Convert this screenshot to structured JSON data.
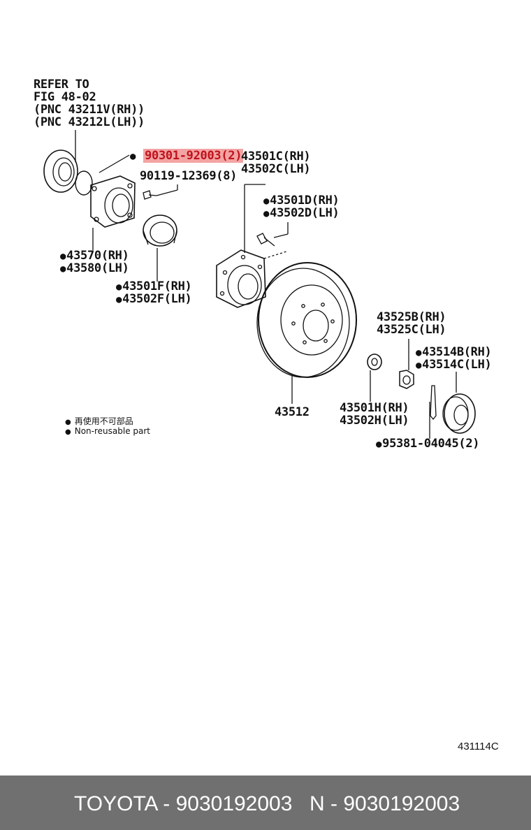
{
  "refer": {
    "line1": "REFER TO",
    "line2": "FIG 48-02",
    "line3": "(PNC 43211V(RH))",
    "line4": "(PNC 43212L(LH))"
  },
  "parts": {
    "highlighted": "90301-92003(2)",
    "bolt_small": "90119-12369(8)",
    "hub_c_rh": "43501C(RH)",
    "hub_c_lh": "43502C(LH)",
    "hub_d_rh": "43501D(RH)",
    "hub_d_lh": "43502D(LH)",
    "bearing_rh": "43570(RH)",
    "bearing_lh": "43580(LH)",
    "seal_f_rh": "43501F(RH)",
    "seal_f_lh": "43502F(LH)",
    "disc": "43512",
    "nut_b_rh": "43525B(RH)",
    "nut_c_lh": "43525C(LH)",
    "cap_b_rh": "43514B(RH)",
    "cap_c_lh": "43514C(LH)",
    "washer_h_rh": "43501H(RH)",
    "washer_h_lh": "43502H(LH)",
    "pin": "95381-04045(2)"
  },
  "legend": {
    "jp": "再使用不可部品",
    "en": "Non-reusable part"
  },
  "figure_code": "431114C",
  "footer": {
    "left": "TOYOTA - 9030192003",
    "right": "N - 9030192003"
  },
  "colors": {
    "highlight_bg": "#f3a3a3",
    "highlight_text": "#c0121b",
    "footer_bg": "#707070"
  }
}
